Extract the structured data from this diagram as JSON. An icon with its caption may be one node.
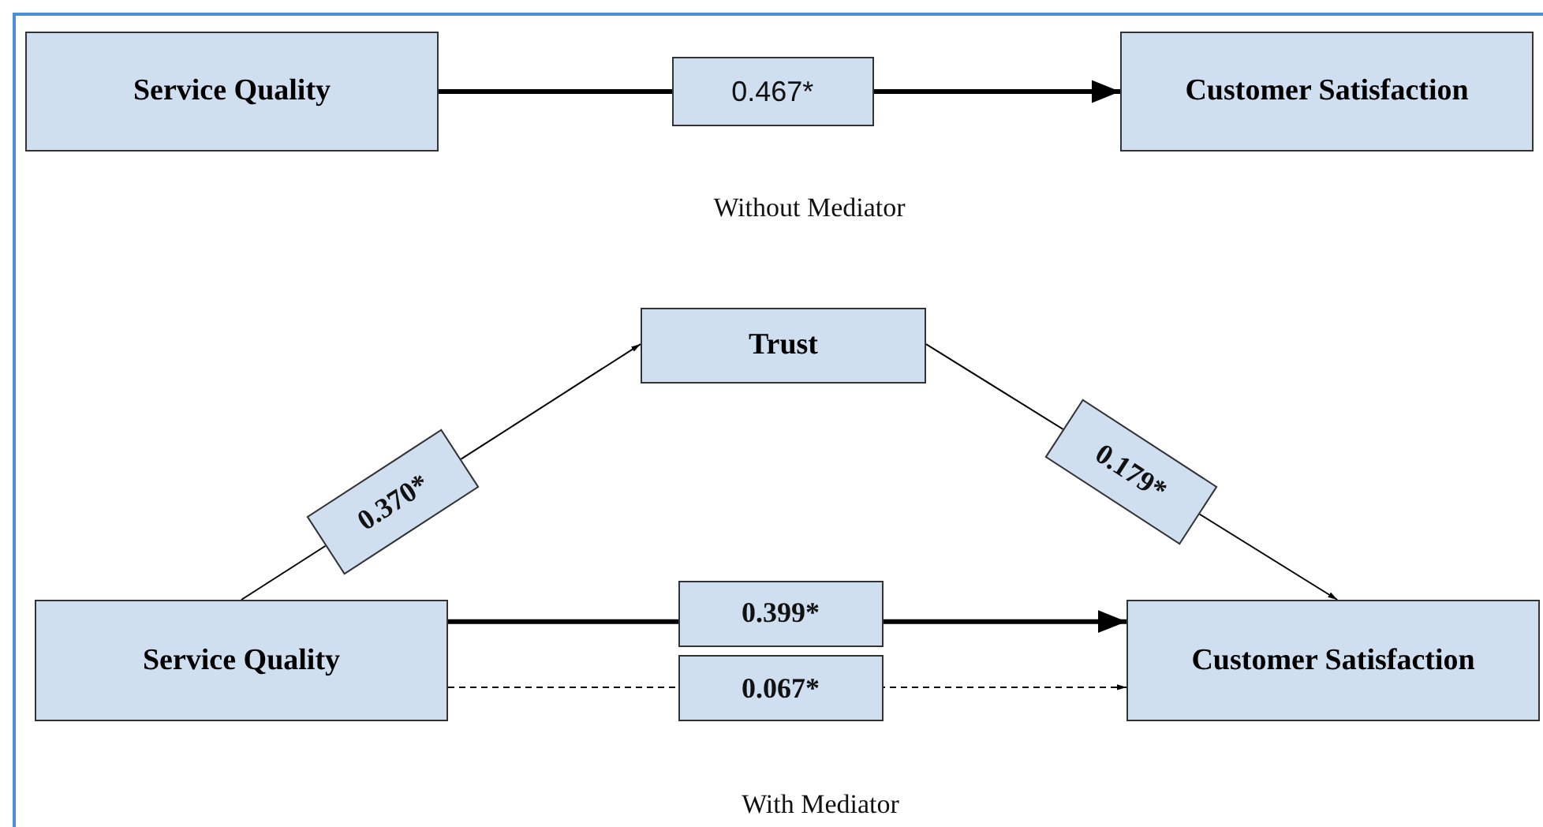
{
  "diagram": {
    "nodes": [
      {
        "text": [
          "Service Quality"
        ]
      },
      {
        "text": [
          "Customer Satisfaction"
        ]
      },
      {
        "text": [
          "Trust"
        ]
      },
      {
        "text": [
          "Service Quality"
        ]
      },
      {
        "text": [
          "Customer Satisfaction"
        ]
      }
    ],
    "edges": [
      {
        "from": 0,
        "to": 1,
        "arrow": "to",
        "label": "0.467*",
        "style": "thick"
      },
      {
        "from": 3,
        "to": 2,
        "arrow": "to",
        "label": "0.370*"
      },
      {
        "from": 2,
        "to": 4,
        "arrow": "to",
        "label": "0.179*"
      },
      {
        "from": 3,
        "to": 4,
        "arrow": "to",
        "label": "0.399*",
        "style": "thick"
      },
      {
        "from": 3,
        "to": 4,
        "arrow": "to",
        "label": "0.067*",
        "style": "dashed"
      }
    ],
    "labels": [
      "Without Mediator",
      "With Mediator"
    ]
  }
}
